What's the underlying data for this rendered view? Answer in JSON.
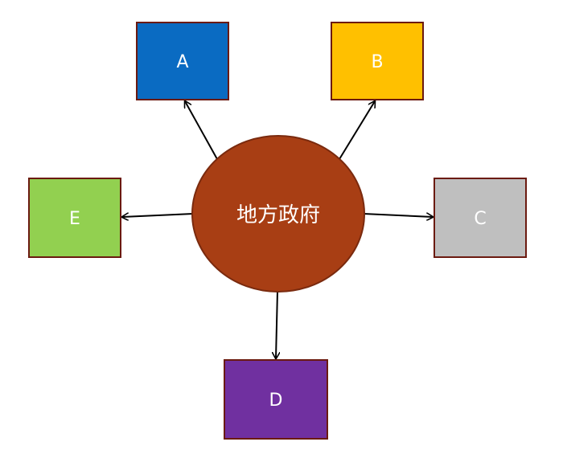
{
  "center": {
    "label": "地方政府",
    "fill": "#A83E14",
    "stroke": "#7A2A0E"
  },
  "nodes": [
    {
      "id": "A",
      "label": "A",
      "fill": "#0A6BC2",
      "stroke": "#6B1A10"
    },
    {
      "id": "B",
      "label": "B",
      "fill": "#FFC000",
      "stroke": "#6B1A10"
    },
    {
      "id": "C",
      "label": "C",
      "fill": "#BFBFBF",
      "stroke": "#6B1A10"
    },
    {
      "id": "D",
      "label": "D",
      "fill": "#7030A0",
      "stroke": "#6B1A10"
    },
    {
      "id": "E",
      "label": "E",
      "fill": "#92D050",
      "stroke": "#6B1A10"
    }
  ],
  "arrow_color": "#000000"
}
